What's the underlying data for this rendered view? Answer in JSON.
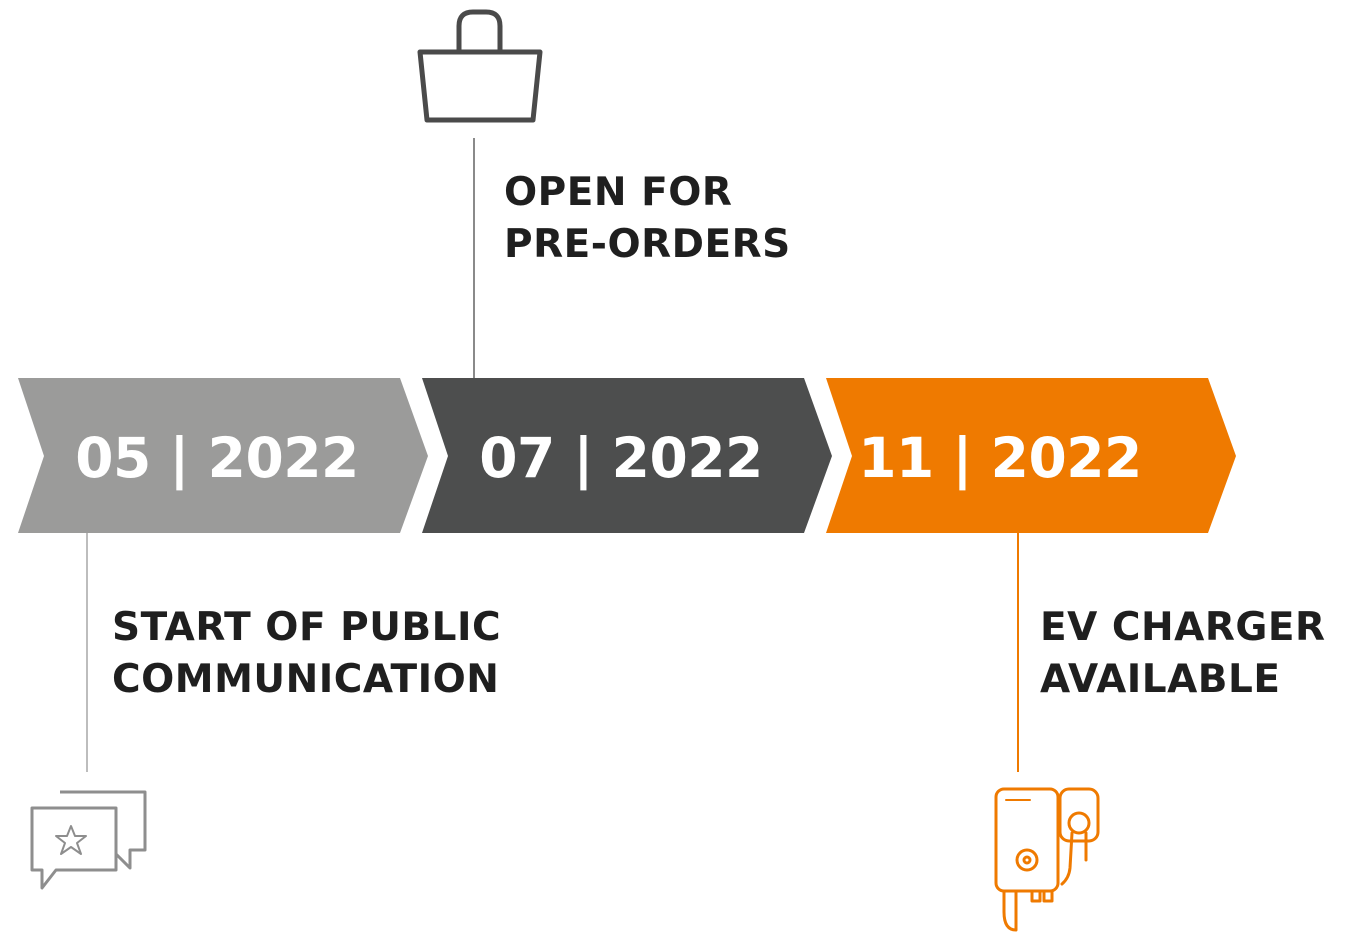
{
  "timeline": {
    "steps": [
      {
        "date": "05 | 2022",
        "color": "#9b9b9a",
        "title_line1": "START OF PUBLIC",
        "title_line2": "COMMUNICATION",
        "icon": "speech-bubbles-star-icon"
      },
      {
        "date": "07 | 2022",
        "color": "#4d4e4e",
        "title_line1": "OPEN FOR",
        "title_line2": "PRE-ORDERS",
        "icon": "shopping-bag-icon"
      },
      {
        "date": "11 | 2022",
        "color": "#ef7a00",
        "title_line1": "EV CHARGER",
        "title_line2": "AVAILABLE",
        "icon": "ev-charger-icon"
      }
    ]
  }
}
